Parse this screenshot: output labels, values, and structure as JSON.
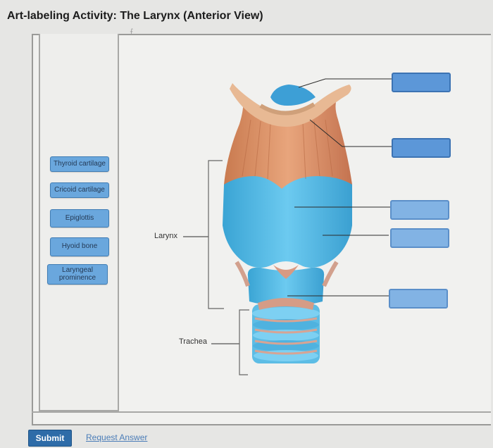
{
  "title": "Art-labeling Activity: The Larynx (Anterior View)",
  "label_bank": [
    "Thyroid cartilage",
    "Cricoid cartilage",
    "Epiglottis",
    "Hyoid bone",
    "Laryngeal prominence"
  ],
  "diagram_labels": {
    "larynx": "Larynx",
    "trachea": "Trachea"
  },
  "buttons": {
    "submit": "Submit",
    "request_answer": "Request Answer"
  },
  "colors": {
    "chip": "#6aa7dd",
    "drop_target": "#5c97d8",
    "cartilage_blue": "#4fb6df",
    "bone_tan": "#d98e62"
  }
}
